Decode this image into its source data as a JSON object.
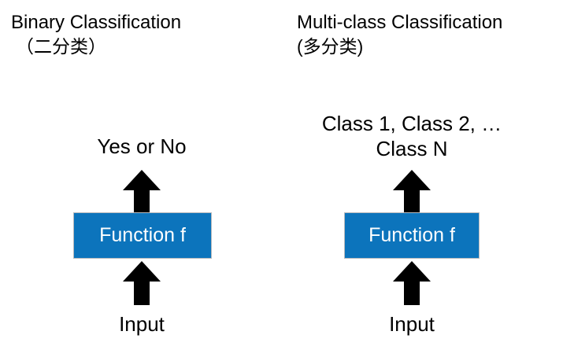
{
  "diagram": {
    "background_color": "#ffffff",
    "accent_color": "#0c74bc",
    "text_color": "#000000",
    "columns": [
      {
        "id": "binary",
        "title_main": "Binary Classification",
        "title_sub": "（二分类）",
        "output_line_1": "Yes or No",
        "function_label": "Function f",
        "input_label": "Input",
        "arrow_up_top": "arrow-up",
        "arrow_up_bottom": "arrow-up"
      },
      {
        "id": "multi",
        "title_main": "Multi-class Classification",
        "title_sub": "(多分类)",
        "output_line_1": "Class 1, Class 2, …",
        "output_line_2": "Class N",
        "function_label": "Function f",
        "input_label": "Input",
        "arrow_up_top": "arrow-up",
        "arrow_up_bottom": "arrow-up"
      }
    ]
  }
}
